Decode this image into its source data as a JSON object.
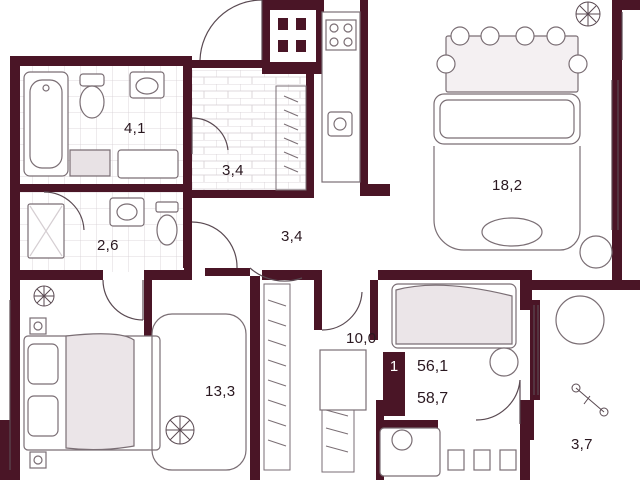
{
  "colors": {
    "wall": "#4a1526",
    "line": "#5a4a52",
    "tile": "#cfc8cc",
    "furniture": "#8a7e84",
    "background": "#ffffff"
  },
  "rooms": [
    {
      "id": "bathroom",
      "area": "4,1"
    },
    {
      "id": "wardrobe",
      "area": "3,4"
    },
    {
      "id": "hall",
      "area": "3,4"
    },
    {
      "id": "living-kitchen",
      "area": "18,2"
    },
    {
      "id": "toilet",
      "area": "2,6"
    },
    {
      "id": "corridor",
      "area": "10,0"
    },
    {
      "id": "bedroom",
      "area": "13,3"
    },
    {
      "id": "balcony",
      "area": "3,7"
    }
  ],
  "summary": {
    "rooms_count": "1",
    "total_area": "56,1",
    "area_with_balcony": "58,7"
  },
  "icons": [
    "plant-icon",
    "tree-icon",
    "radiator-icon"
  ]
}
